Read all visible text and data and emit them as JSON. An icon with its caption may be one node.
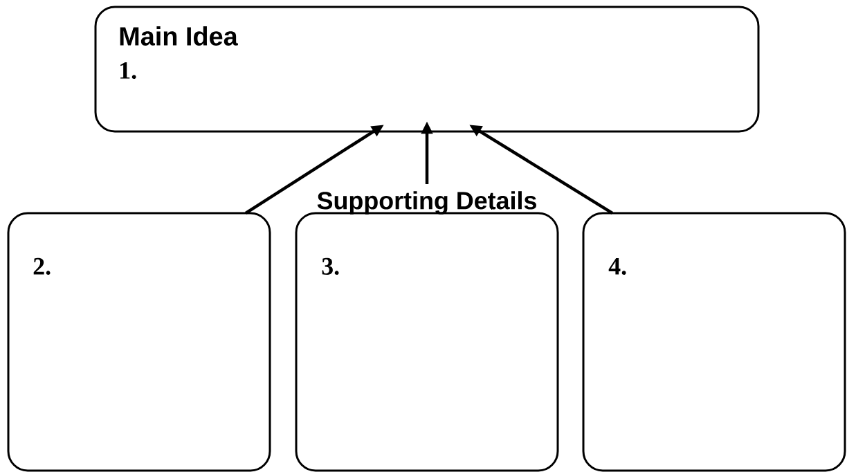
{
  "diagram": {
    "nodes": [
      {
        "text": [
          "Main Idea",
          "1."
        ]
      },
      {
        "text": [
          "2."
        ]
      },
      {
        "text": [
          "3."
        ]
      },
      {
        "text": [
          "4."
        ]
      },
      {
        "text": [
          "Supporting Details"
        ]
      }
    ],
    "edges": [
      {
        "from": 1,
        "to": 0,
        "arrow": "to"
      },
      {
        "from": 4,
        "to": 0,
        "arrow": "to"
      },
      {
        "from": 3,
        "to": 0,
        "arrow": "to"
      }
    ]
  }
}
